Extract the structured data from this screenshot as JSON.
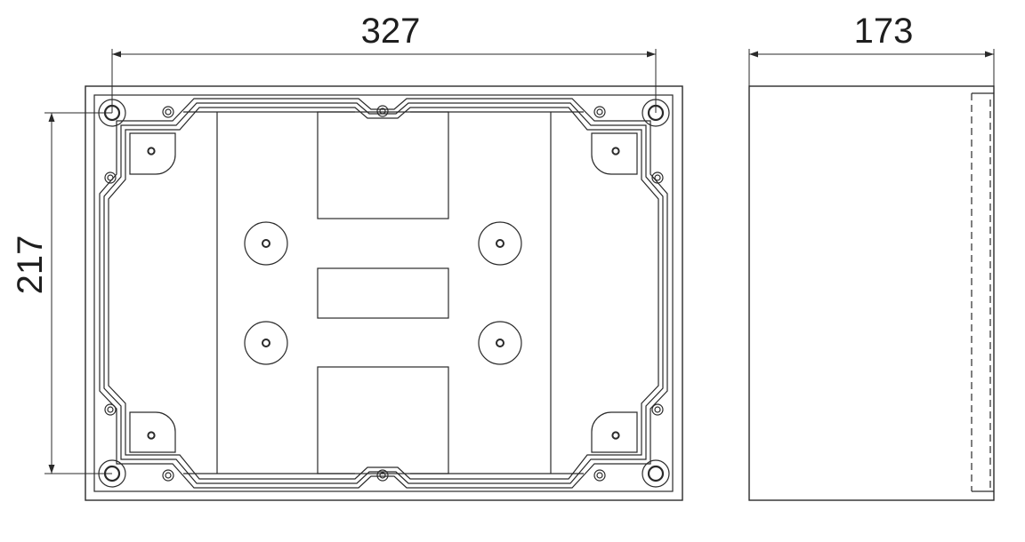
{
  "dimensions": {
    "width_label": "327",
    "height_label": "217",
    "depth_label": "173"
  },
  "colors": {
    "line": "#2a2a2a",
    "text": "#1e1e1e",
    "background": "#ffffff"
  }
}
